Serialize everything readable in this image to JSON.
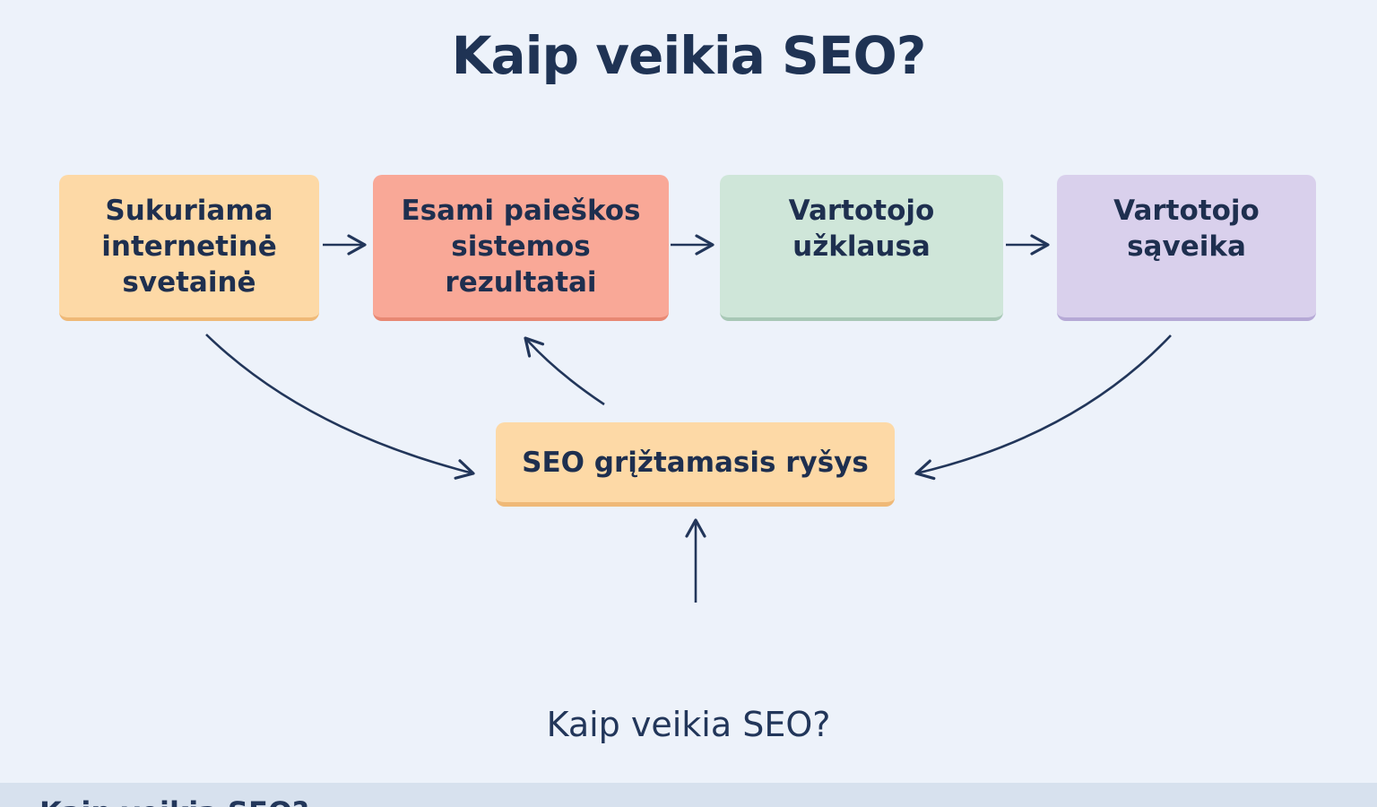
{
  "title": "Kaip veikia SEO?",
  "subtitle": "Kaip veikia SEO?",
  "footer_text": "Kaip veikia SEO?",
  "nodes": {
    "website": [
      "Sukuriama",
      "internetinė",
      "svetainė"
    ],
    "search_results": [
      "Esami paieškos",
      "sistemos",
      "rezultatai"
    ],
    "user_query": [
      "Vartotojo",
      "užklausa"
    ],
    "user_interaction": [
      "Vartotojo",
      "sąveika"
    ],
    "seo_feedback": "SEO grįžtamasis ryšys"
  },
  "colors": {
    "orange": "#fdd9a6",
    "red": "#f9a897",
    "green": "#cfe6d9",
    "purple": "#d9d0ec",
    "arrow": "#22365a"
  }
}
